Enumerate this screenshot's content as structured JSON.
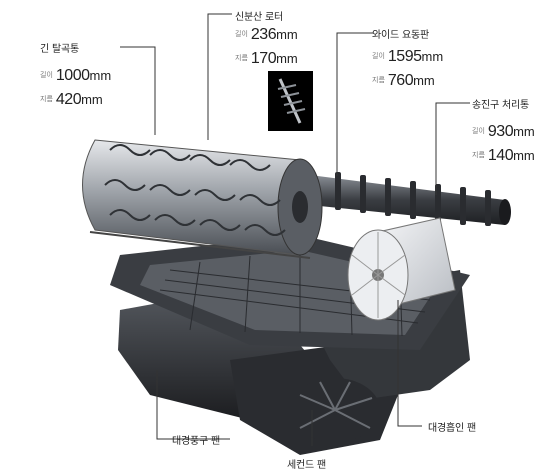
{
  "callouts": {
    "long_drum": {
      "title": "긴 탈곡통",
      "length_label": "길이",
      "length_value": "1000",
      "length_unit": "mm",
      "dia_label": "지름",
      "dia_value": "420",
      "dia_unit": "mm"
    },
    "rotor": {
      "title": "신분산 로터",
      "length_label": "길이",
      "length_value": "236",
      "length_unit": "mm",
      "dia_label": "지름",
      "dia_value": "170",
      "dia_unit": "mm"
    },
    "sieve": {
      "title": "와이드 요동판",
      "length_label": "길이",
      "length_value": "1595",
      "length_unit": "mm",
      "dia_label": "지름",
      "dia_value": "760",
      "dia_unit": "mm"
    },
    "auger": {
      "title": "송진구 처리통",
      "length_label": "길이",
      "length_value": "930",
      "length_unit": "mm",
      "dia_label": "지름",
      "dia_value": "140",
      "dia_unit": "mm"
    },
    "large_fan": {
      "title": "대경풍구 팬"
    },
    "second_fan": {
      "title": "세컨드 팬"
    },
    "suction_fan": {
      "title": "대경흡인 팬"
    }
  },
  "colors": {
    "line": "#333333",
    "metal_dark": "#2b2d30",
    "metal_light": "#c9ccd0"
  }
}
